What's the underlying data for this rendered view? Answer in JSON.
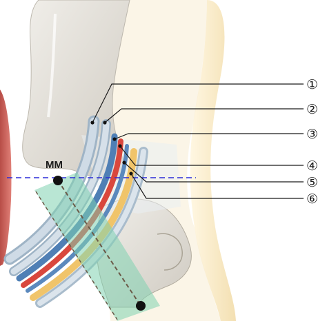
{
  "diagram": {
    "landmark_label": "MM",
    "callouts": [
      {
        "number": "①"
      },
      {
        "number": "②"
      },
      {
        "number": "③"
      },
      {
        "number": "④"
      },
      {
        "number": "⑤"
      },
      {
        "number": "⑥"
      }
    ],
    "colors": {
      "bone": "#e6e3dc",
      "bone_shadow": "#c9c4bb",
      "skin_edge": "#f1ddb0",
      "tendon": "#c8d6e3",
      "artery": "#d9473d",
      "vein": "#4f7fb5",
      "nerve": "#f0c46a",
      "retinaculum_band": "#7fd1b0",
      "reference_line": "#2b2bd8",
      "muscle": "#c7605a"
    }
  }
}
